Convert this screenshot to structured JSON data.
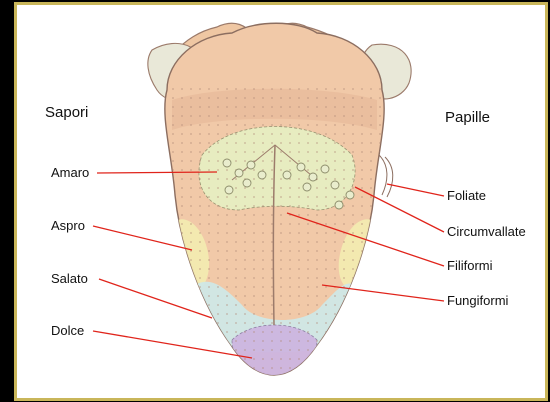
{
  "headings": {
    "left": "Sapori",
    "right": "Papille"
  },
  "left_labels": [
    {
      "id": "amaro",
      "text": "Amaro"
    },
    {
      "id": "aspro",
      "text": "Aspro"
    },
    {
      "id": "salato",
      "text": "Salato"
    },
    {
      "id": "dolce",
      "text": "Dolce"
    }
  ],
  "right_labels": [
    {
      "id": "foliate",
      "text": "Foliate"
    },
    {
      "id": "circumvallate",
      "text": "Circumvallate"
    },
    {
      "id": "filiformi",
      "text": "Filiformi"
    },
    {
      "id": "fungiformi",
      "text": "Fungiformi"
    }
  ],
  "colors": {
    "frame_border": "#c9b65a",
    "background": "#000000",
    "panel": "#ffffff",
    "leader_lines": "#e0241b",
    "tongue_body": "#f1c9a8",
    "zone_bitter": "#e6f0c2",
    "zone_sour": "#f3ecb0",
    "zone_salty": "#cfe8e6",
    "zone_sweet": "#cdb6e0"
  }
}
